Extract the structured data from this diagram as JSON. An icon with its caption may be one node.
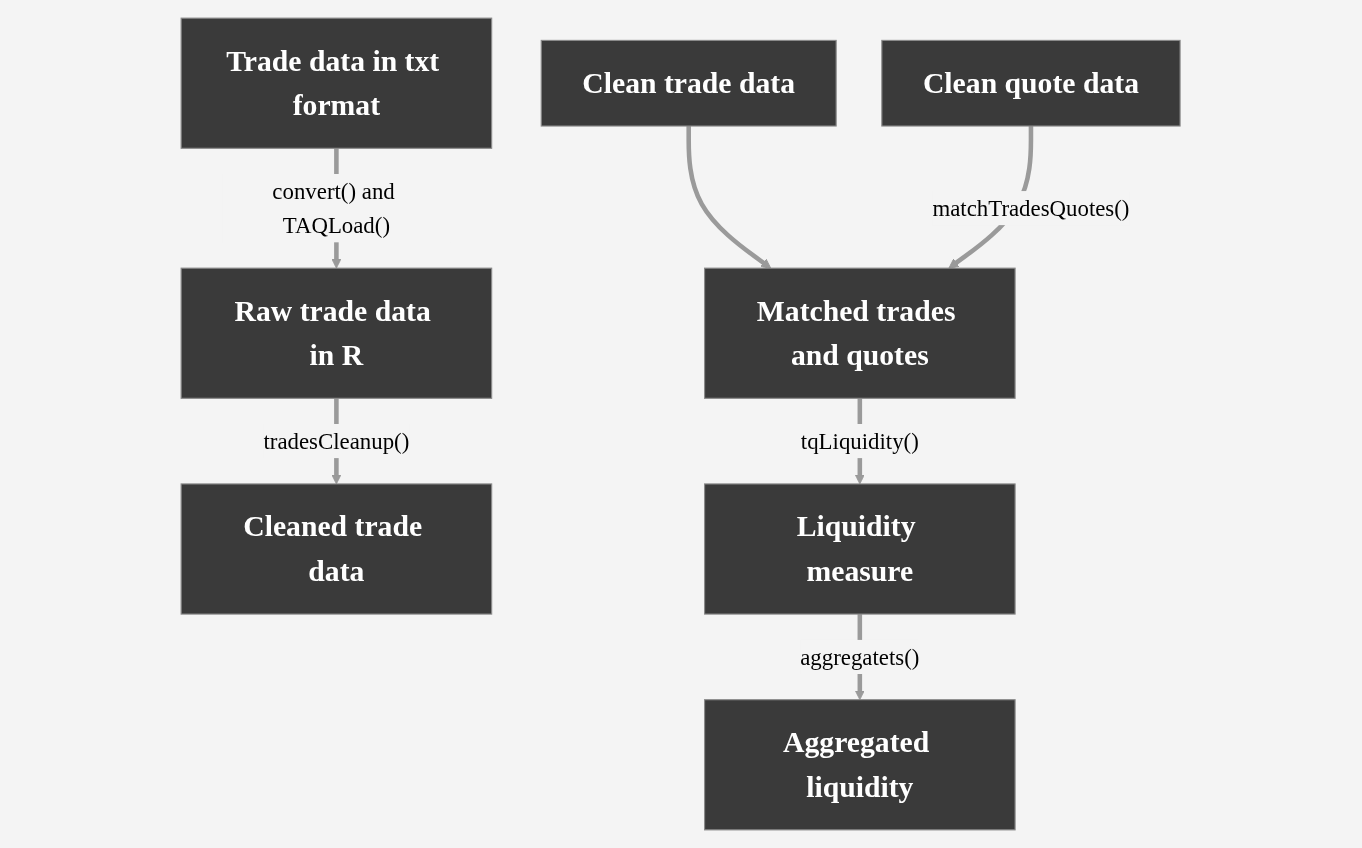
{
  "diagram": {
    "nodes": [
      {
        "text": [
          "Trade data in txt format"
        ]
      },
      {
        "text": [
          "Raw trade data in R"
        ]
      },
      {
        "text": [
          "Cleaned trade data"
        ]
      },
      {
        "text": [
          "Clean trade data"
        ]
      },
      {
        "text": [
          "Clean quote data"
        ]
      },
      {
        "text": [
          "Matched trades and quotes"
        ]
      },
      {
        "text": [
          "Liquidity measure"
        ]
      },
      {
        "text": [
          "Aggregated liquidity"
        ]
      }
    ],
    "edges": [
      {
        "from": 0,
        "to": 1,
        "arrow": "to",
        "label": "convert() and TAQLoad()"
      },
      {
        "from": 1,
        "to": 2,
        "arrow": "to",
        "label": "tradesCleanup()"
      },
      {
        "from": 3,
        "to": 5,
        "arrow": "to"
      },
      {
        "from": 4,
        "to": 5,
        "arrow": "to",
        "label": "matchTradesQuotes()"
      },
      {
        "from": 5,
        "to": 6,
        "arrow": "to",
        "label": "tqLiquidity()"
      },
      {
        "from": 6,
        "to": 7,
        "arrow": "to",
        "label": "aggregatets()"
      }
    ]
  }
}
